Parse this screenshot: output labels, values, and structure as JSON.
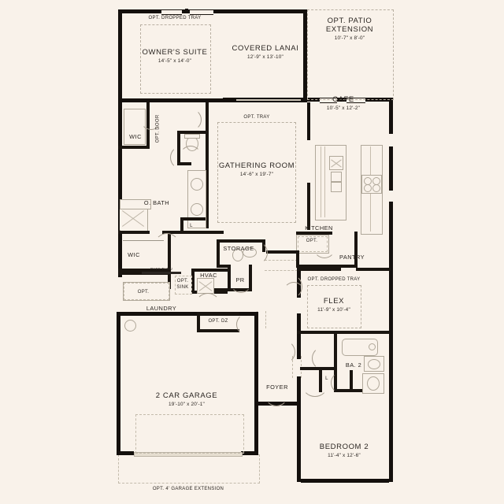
{
  "plan": {
    "background_color": "#f9f2ea",
    "wall_color": "#14100d",
    "fixture_color": "#b0a89a",
    "dashed_color": "#b9b0a2"
  },
  "rooms": [
    {
      "key": "owners_suite",
      "name": "OWNER'S SUITE",
      "dim": "14'-5\" x 14'-0\""
    },
    {
      "key": "covered_lanai",
      "name": "COVERED LANAI",
      "dim": "12'-9\" x 13'-10\""
    },
    {
      "key": "opt_patio",
      "name": "OPT. PATIO",
      "name2": "EXTENSION",
      "dim": "10'-7\" x 8'-0\""
    },
    {
      "key": "cafe",
      "name": "CAFE",
      "dim": "10'-5\" x 12'-2\""
    },
    {
      "key": "gathering",
      "name": "GATHERING ROOM",
      "dim": "14'-6\" x 19'-7\""
    },
    {
      "key": "kitchen",
      "name": "KITCHEN",
      "dim": ""
    },
    {
      "key": "pantry",
      "name": "PANTRY",
      "dim": ""
    },
    {
      "key": "obath",
      "name": "O. BATH",
      "dim": ""
    },
    {
      "key": "wic_top",
      "name": "WIC",
      "dim": ""
    },
    {
      "key": "wic_bottom",
      "name": "WIC",
      "dim": ""
    },
    {
      "key": "storage",
      "name": "STORAGE",
      "dim": ""
    },
    {
      "key": "hvac",
      "name": "HVAC",
      "dim": ""
    },
    {
      "key": "pr",
      "name": "PR",
      "dim": ""
    },
    {
      "key": "laundry",
      "name": "LAUNDRY",
      "dim": ""
    },
    {
      "key": "flex",
      "name": "FLEX",
      "dim": "11'-9\" x 10'-4\""
    },
    {
      "key": "ba2",
      "name": "BA. 2",
      "dim": ""
    },
    {
      "key": "bedroom2",
      "name": "BEDROOM 2",
      "dim": "11'-4\" x 12'-6\""
    },
    {
      "key": "garage",
      "name": "2 CAR GARAGE",
      "dim": "19'-10\" x 20'-1\""
    },
    {
      "key": "foyer",
      "name": "FOYER",
      "dim": ""
    }
  ],
  "options": {
    "dropped_tray_owners": "OPT. DROPPED TRAY",
    "opt_tray_gathering": "OPT. TRAY",
    "opt_door": "OPT. DOOR",
    "opt_kitchen": "OPT.",
    "opt_dropped_tray_flex": "OPT. DROPPED TRAY",
    "opt_sink": "OPT.",
    "opt_sink2": "SINK",
    "opt_laundry": "OPT.",
    "opt_dz": "OPT. DZ",
    "garage_extension": "OPT. 4' GARAGE EXTENSION",
    "pass_thru": "PASS THRU"
  },
  "closets": {
    "linen_bath": "L",
    "linen_hall": "L"
  }
}
